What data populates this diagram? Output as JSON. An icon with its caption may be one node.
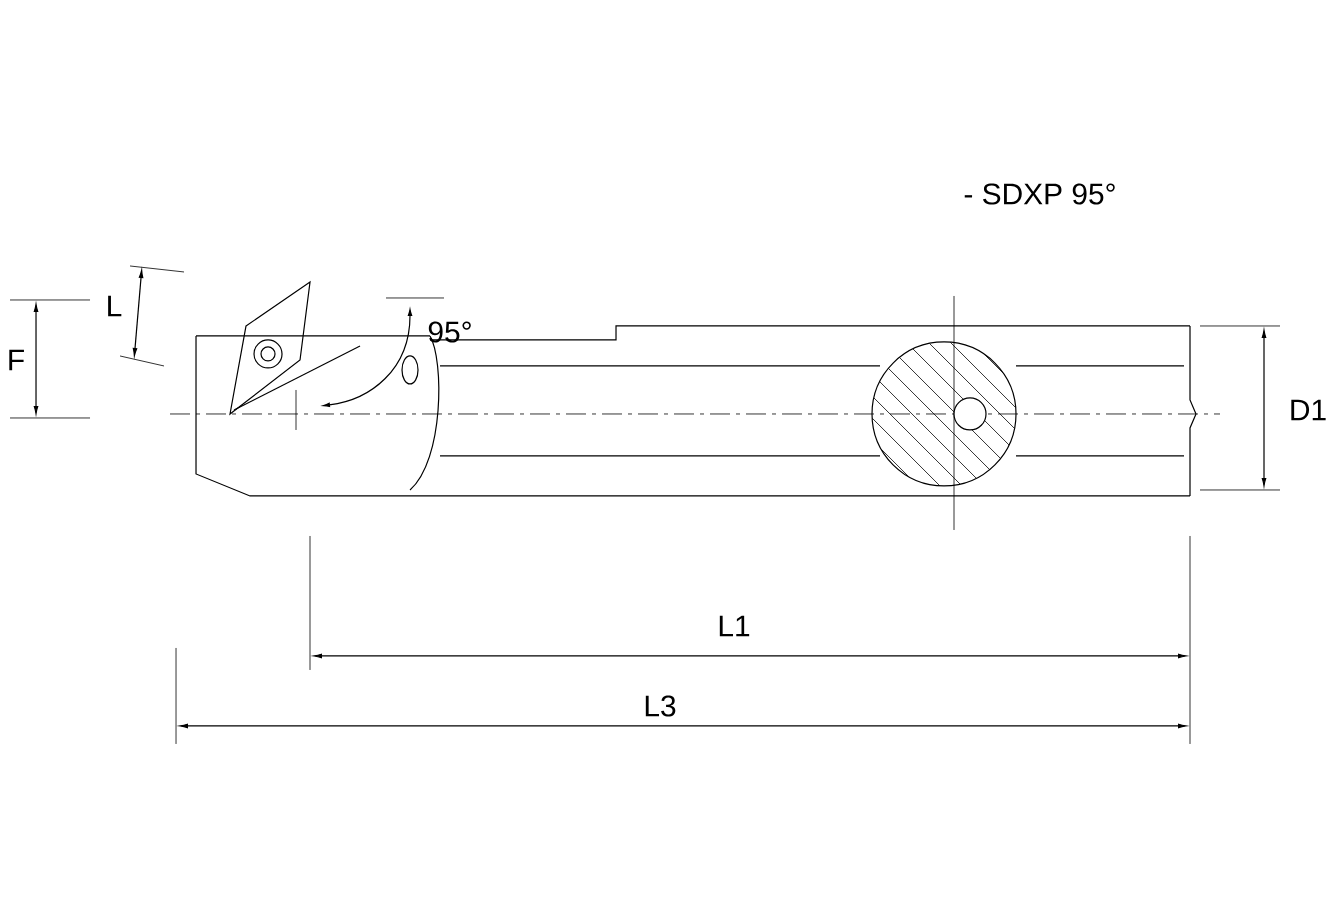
{
  "diagram": {
    "title": "- SDXP 95°",
    "labels": [
      "F",
      "L",
      "95°",
      "D1",
      "L1",
      "L3"
    ]
  }
}
